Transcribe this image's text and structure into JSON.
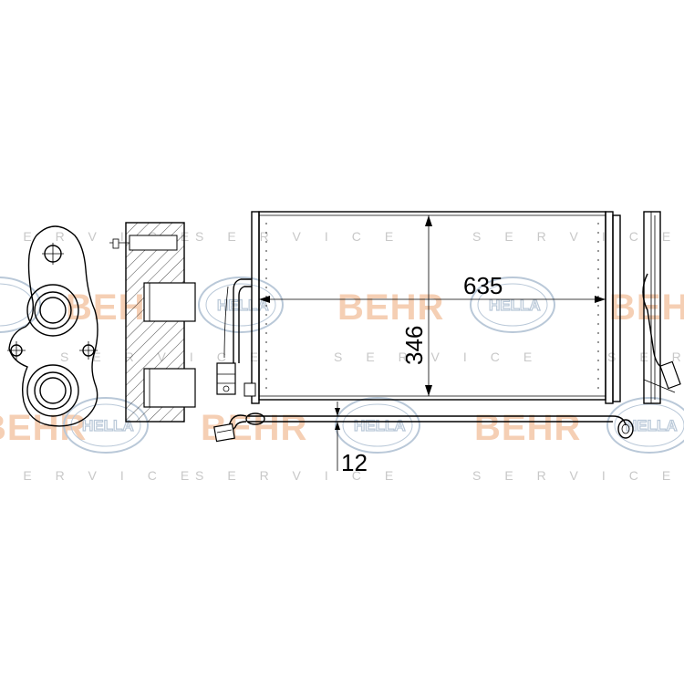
{
  "watermark": {
    "service_text": "SERVICE",
    "behr_text": "BEHR",
    "hella_text": "HELLA",
    "behr_color": "#f5cfb4",
    "hella_color": "#b9c8d8"
  },
  "dimensions": {
    "width": "635",
    "height": "346",
    "pipe_diameter": "12"
  }
}
